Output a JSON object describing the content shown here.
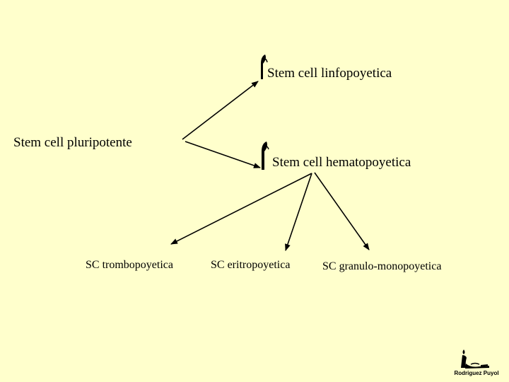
{
  "diagram": {
    "nodes": {
      "root": "Stem cell pluripotente",
      "linfopoyetica": "Stem cell linfopoyetica",
      "hematopoyetica": "Stem cell hematopoyetica",
      "trombopoyetica": "SC trombopoyetica",
      "eritropoyetica": "SC eritropoyetica",
      "granulo_monopoyetica": "SC granulo-monopoyetica"
    },
    "edges": [
      {
        "from": "root",
        "to": "linfopoyetica"
      },
      {
        "from": "root",
        "to": "hematopoyetica"
      },
      {
        "from": "hematopoyetica",
        "to": "trombopoyetica"
      },
      {
        "from": "hematopoyetica",
        "to": "eritropoyetica"
      },
      {
        "from": "hematopoyetica",
        "to": "granulo_monopoyetica"
      }
    ]
  },
  "signature": {
    "text": "Rodriguez Puyol"
  },
  "colors": {
    "background": "#ffffcc",
    "ink": "#000000"
  }
}
